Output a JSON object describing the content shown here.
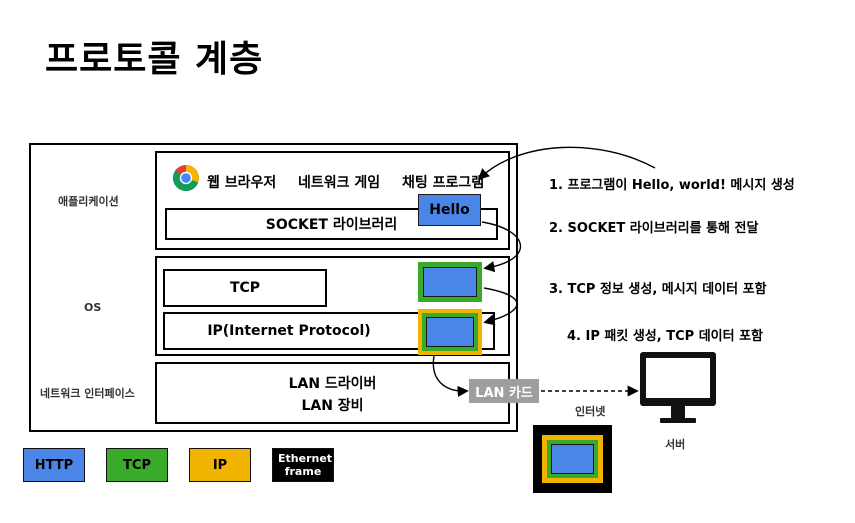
{
  "title": "프로토콜 계층",
  "layers": {
    "application": "애플리케이션",
    "os": "OS",
    "network_interface": "네트워크 인터페이스"
  },
  "apps": {
    "browser": "웹 브라우저",
    "network_game": "네트워크 게임",
    "chat_program": "채팅 프로그램"
  },
  "socket_library": "SOCKET 라이브러리",
  "hello": "Hello",
  "tcp": "TCP",
  "ip": "IP(Internet Protocol)",
  "lan_driver": "LAN 드라이버",
  "lan_device": "LAN 장비",
  "lan_card": "LAN 카드",
  "internet": "인터넷",
  "server": "서버",
  "steps": [
    "1. 프로그램이 Hello, world! 메시지 생성",
    "2. SOCKET 라이브러리를 통해 전달",
    "3. TCP 정보 생성, 메시지 데이터 포함",
    "4. IP 패킷 생성, TCP 데이터 포함"
  ],
  "legend": [
    {
      "label": "HTTP",
      "color": "#4a86e8"
    },
    {
      "label": "TCP",
      "color": "#3aaa2a"
    },
    {
      "label": "IP",
      "color": "#f0b400"
    },
    {
      "label": "Ethernet frame",
      "color": "#000000"
    }
  ],
  "colors": {
    "http": "#4a86e8",
    "tcp": "#3aaa2a",
    "ip": "#f0b400",
    "ethernet": "#000000",
    "lan_card": "#9e9e9e"
  }
}
